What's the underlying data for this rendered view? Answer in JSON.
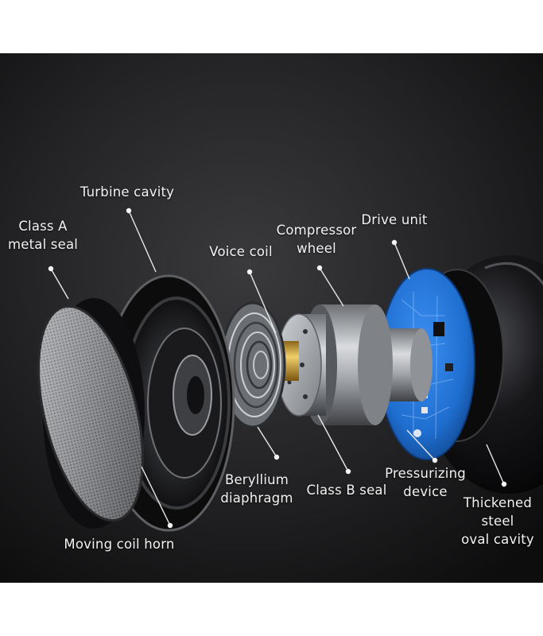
{
  "callouts": {
    "class_a_seal": [
      "Class A",
      "metal seal"
    ],
    "turbine_cavity": [
      "Turbine cavity"
    ],
    "voice_coil": [
      "Voice coil"
    ],
    "compressor_wheel": [
      "Compressor",
      "wheel"
    ],
    "drive_unit": [
      "Drive unit"
    ],
    "beryllium_diaphragm": [
      "Beryllium",
      "diaphragm"
    ],
    "class_b_seal": [
      "Class B seal"
    ],
    "pressurizing_device": [
      "Pressurizing",
      "device"
    ],
    "steel_cavity": [
      "Thickened",
      "steel",
      "oval cavity"
    ],
    "moving_coil_horn": [
      "Moving coil horn"
    ]
  },
  "colors": {
    "background": "#1c1c1e",
    "label_text": "#f2f2f2",
    "leader_line": "#e8e8e8",
    "pcb_blue": "#1f6fd1",
    "voice_coil_gold": "#d4a437"
  }
}
